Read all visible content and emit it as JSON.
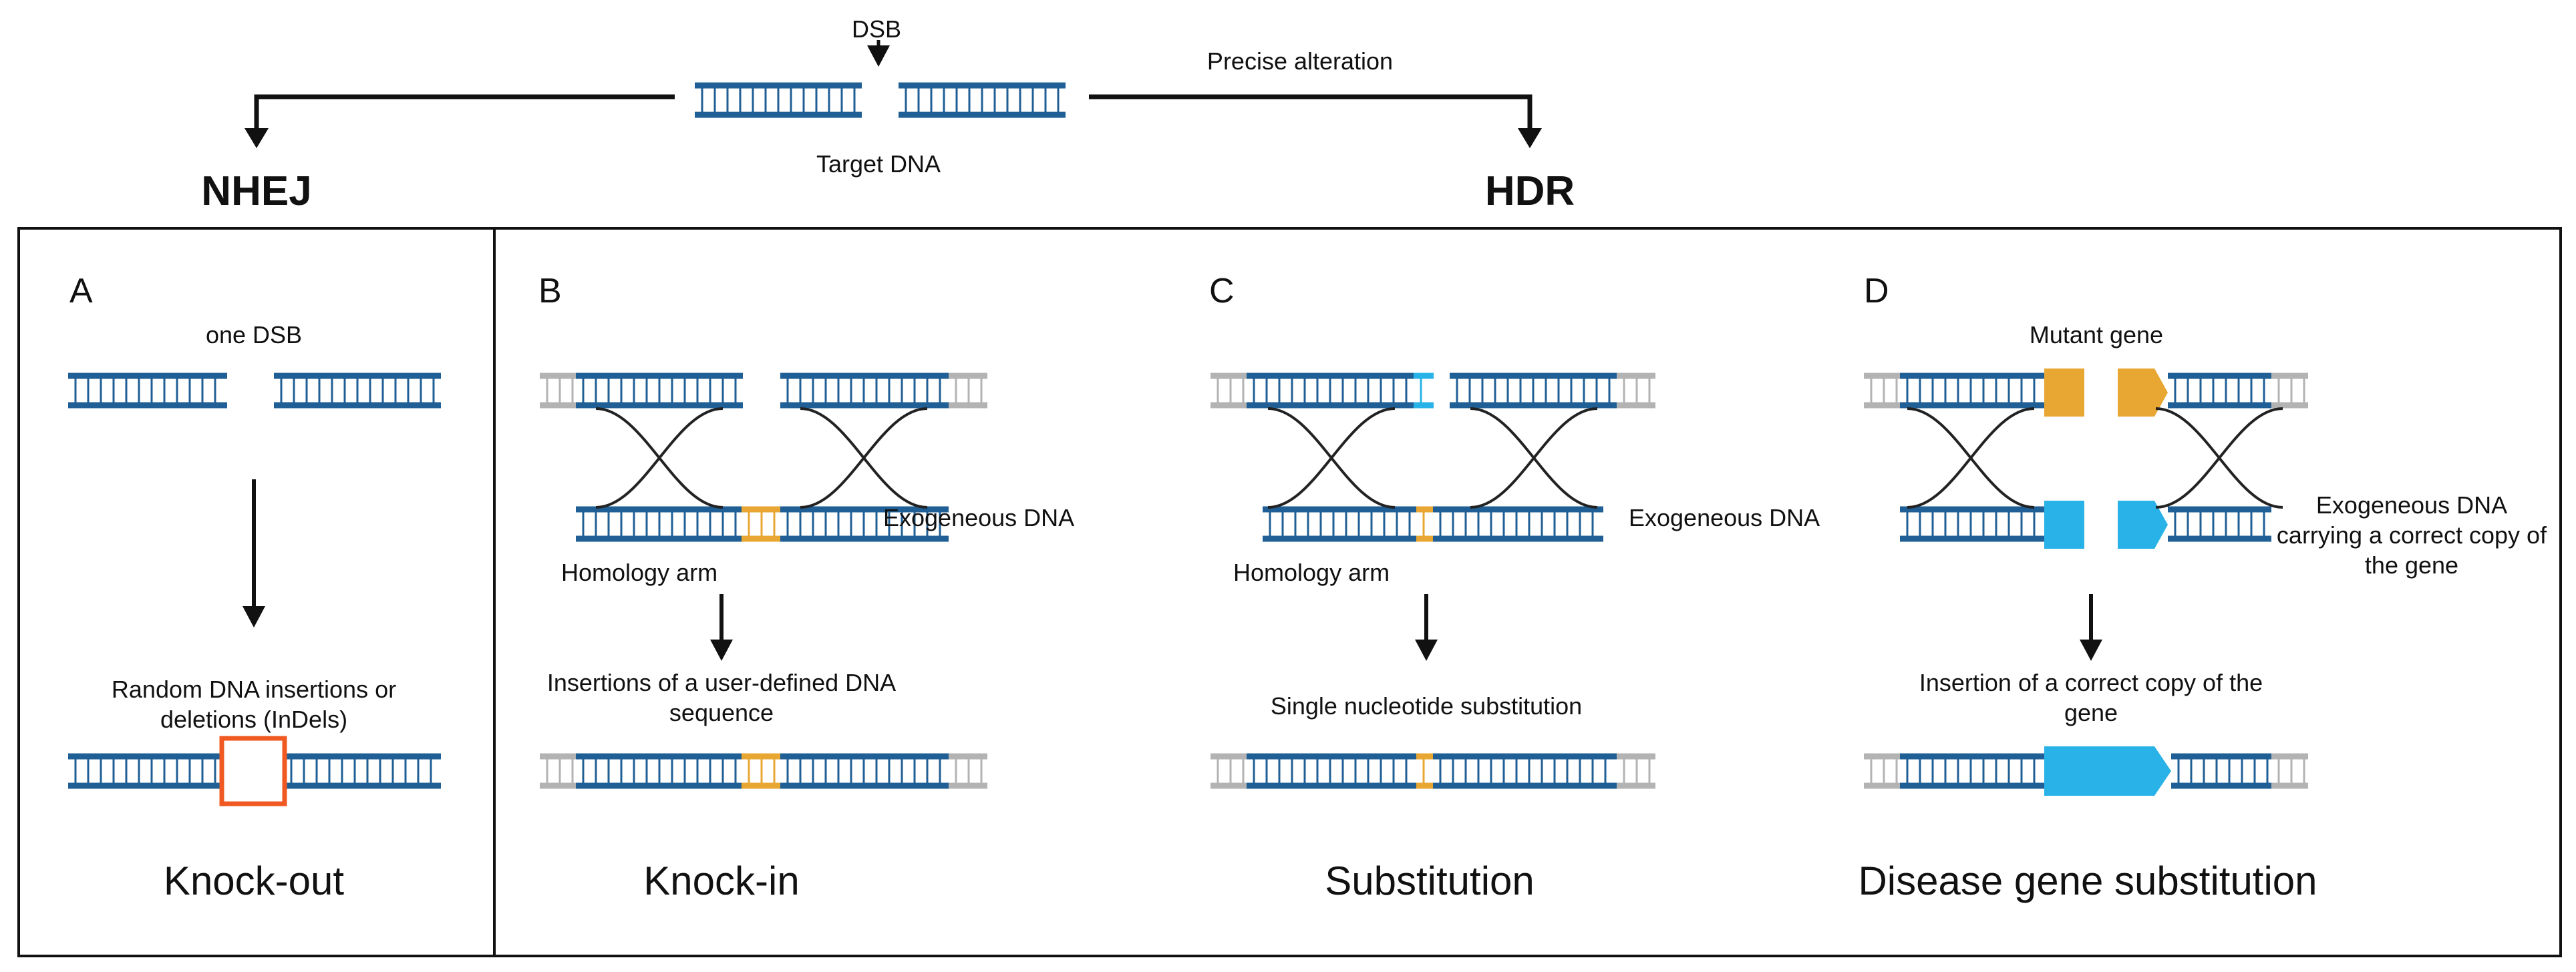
{
  "top": {
    "dsb_label": "DSB",
    "target_label": "Target DNA",
    "precise_label": "Precise alteration",
    "nhej_label": "NHEJ",
    "hdr_label": "HDR"
  },
  "panels": {
    "a": {
      "letter": "A",
      "dsb_label": "one DSB",
      "outcome": "Random DNA insertions or deletions (InDels)",
      "result": "Knock-out"
    },
    "b": {
      "letter": "B",
      "exo_label": "Exogeneous DNA",
      "arm_label": "Homology arm",
      "outcome": "Insertions of a user-defined DNA sequence",
      "result": "Knock-in"
    },
    "c": {
      "letter": "C",
      "exo_label": "Exogeneous DNA",
      "arm_label": "Homology arm",
      "outcome": "Single nucleotide substitution",
      "result": "Substitution"
    },
    "d": {
      "letter": "D",
      "mutant_label": "Mutant gene",
      "exo_label": "Exogeneous DNA carrying a correct copy of the gene",
      "outcome": "Insertion of a correct copy of the gene",
      "result": "Disease gene substitution"
    }
  },
  "colors": {
    "dna_strand": "#1f5f95",
    "flank": "#b3b3b3",
    "indel_box": "#f05a22",
    "mutant_gene": "#e8a733",
    "correct_gene": "#29b2e8",
    "line": "#111111"
  }
}
